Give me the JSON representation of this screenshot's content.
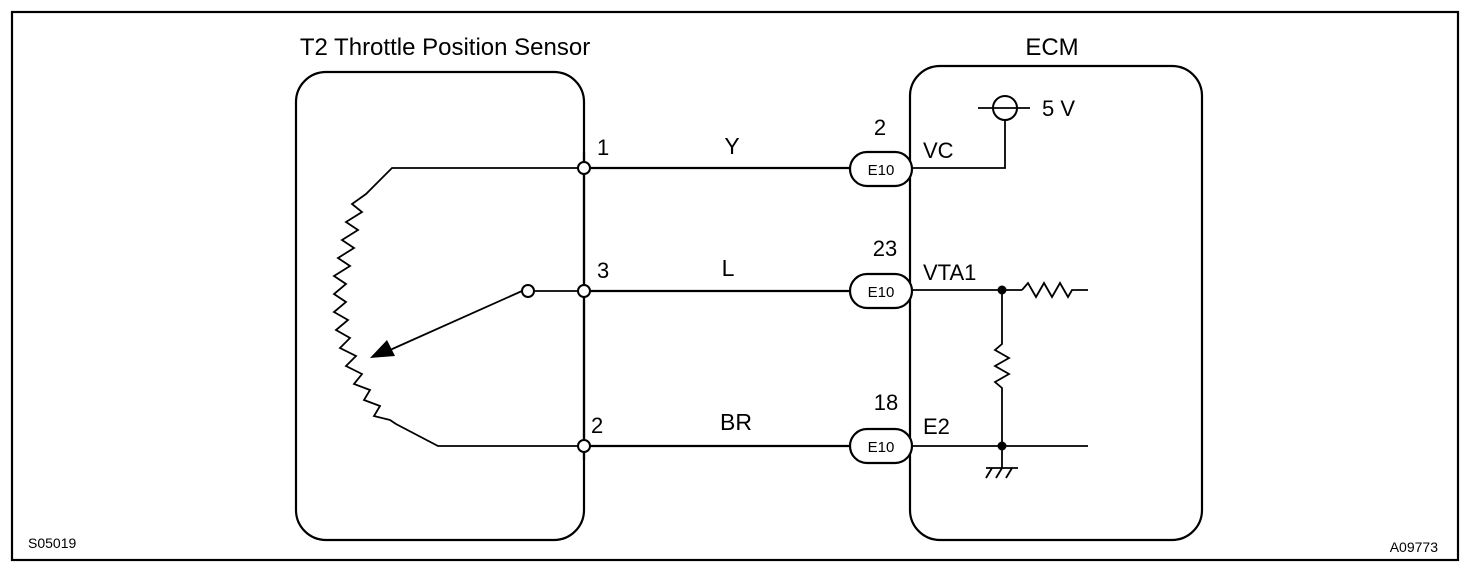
{
  "sensor": {
    "title": "T2 Throttle Position Sensor",
    "pins": [
      "1",
      "3",
      "2"
    ]
  },
  "ecm": {
    "title": "ECM",
    "supply": "5 V",
    "pin_numbers": [
      "2",
      "23",
      "18"
    ],
    "signals": [
      "VC",
      "VTA1",
      "E2"
    ],
    "connector": "E10"
  },
  "wires": [
    "Y",
    "L",
    "BR"
  ],
  "codes": {
    "left": "S05019",
    "right": "A09773"
  }
}
